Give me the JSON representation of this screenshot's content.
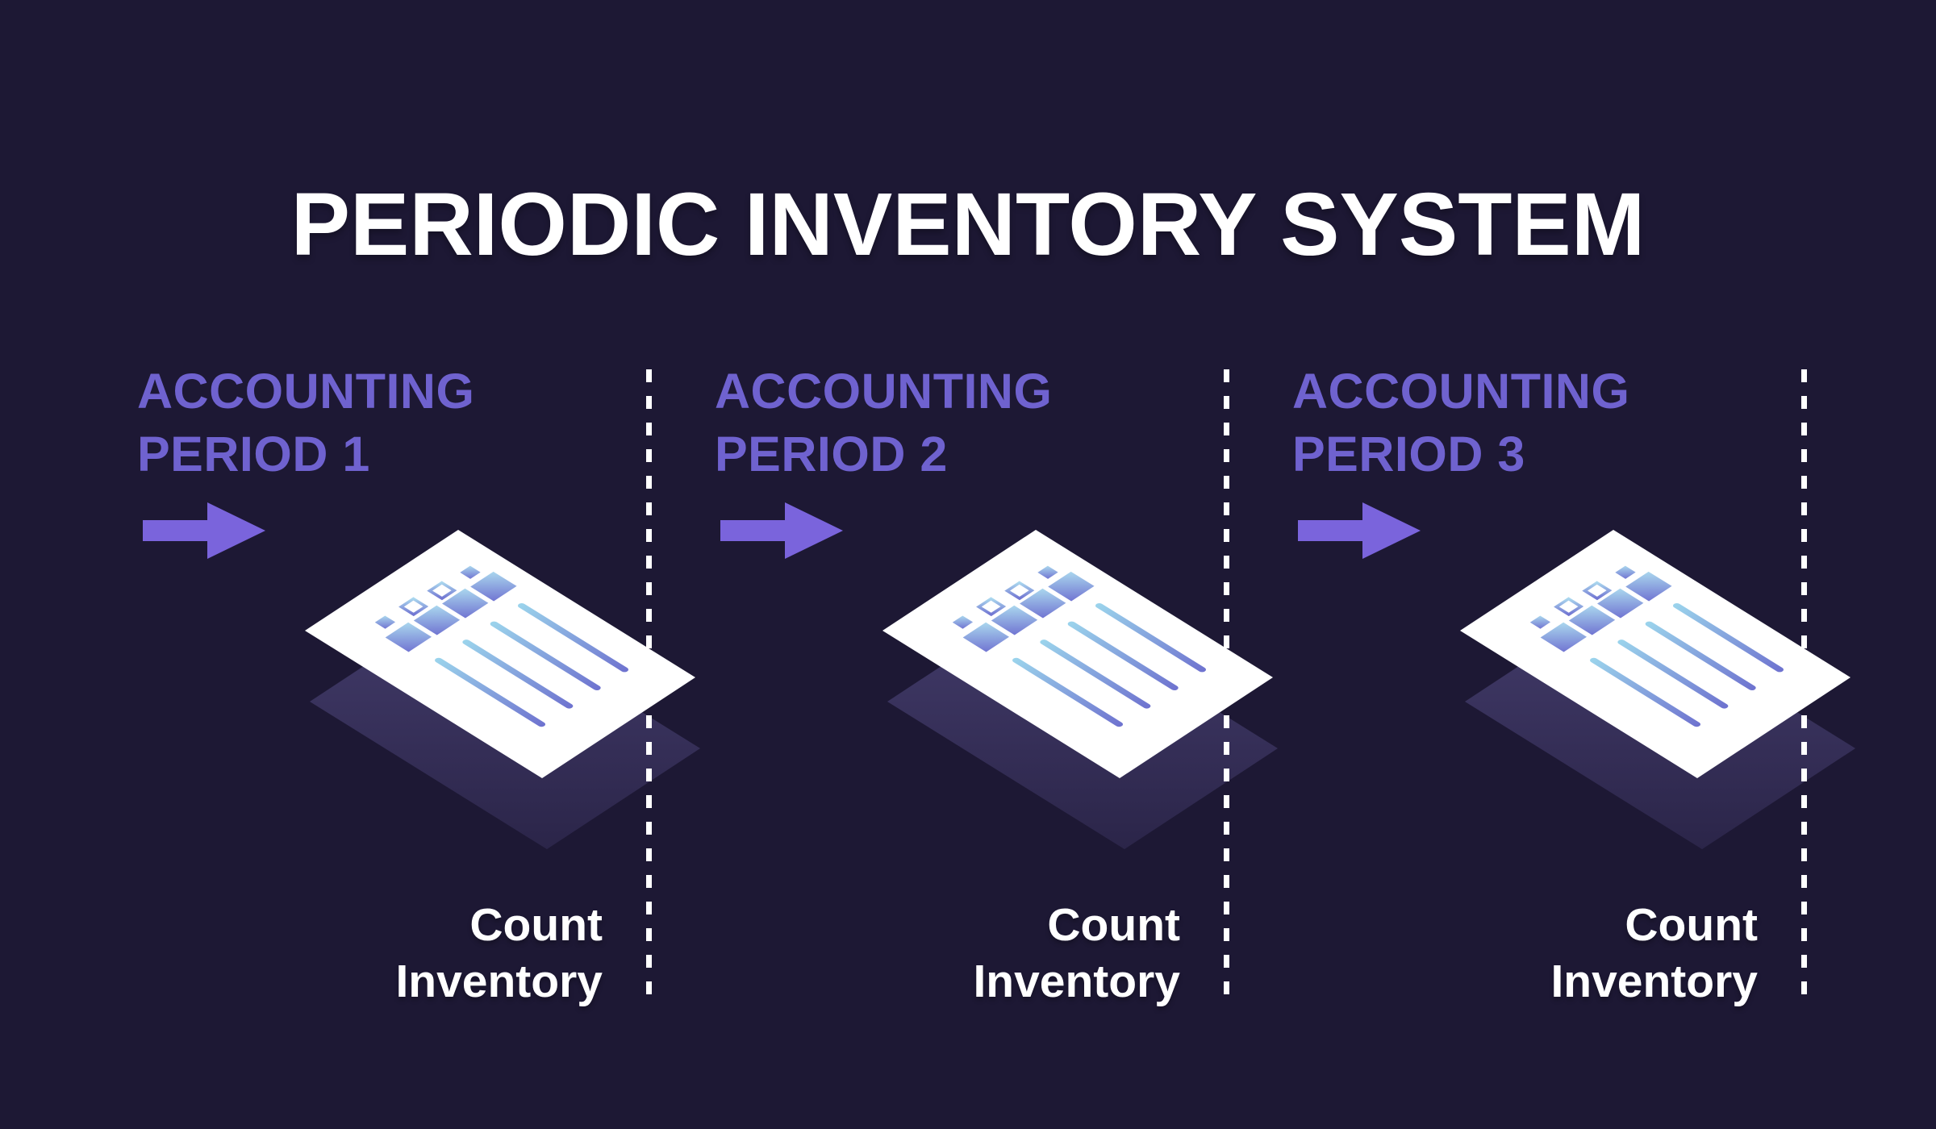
{
  "title": "PERIODIC INVENTORY SYSTEM",
  "sections": [
    {
      "heading_line1": "ACCOUNTING",
      "heading_line2": "PERIOD 1",
      "count_line1": "Count",
      "count_line2": "Inventory"
    },
    {
      "heading_line1": "ACCOUNTING",
      "heading_line2": "PERIOD 2",
      "count_line1": "Count",
      "count_line2": "Inventory"
    },
    {
      "heading_line1": "ACCOUNTING",
      "heading_line2": "PERIOD 3",
      "count_line1": "Count",
      "count_line2": "Inventory"
    }
  ],
  "icons": {
    "arrow": "arrow-right-icon",
    "document": "inventory-document-sheet",
    "divider": "dashed-period-divider"
  },
  "colors": {
    "background": "#1d1834",
    "heading_purple": "#6f62cf",
    "arrow_purple": "#7a64dc",
    "title_white": "#ffffff",
    "sheet_white": "#ffffff",
    "shadow_purple_top": "#433c6b",
    "shadow_purple_bottom": "#2b2549",
    "gradient_cyan": "#9bd4ec",
    "gradient_indigo": "#6e72cf"
  }
}
